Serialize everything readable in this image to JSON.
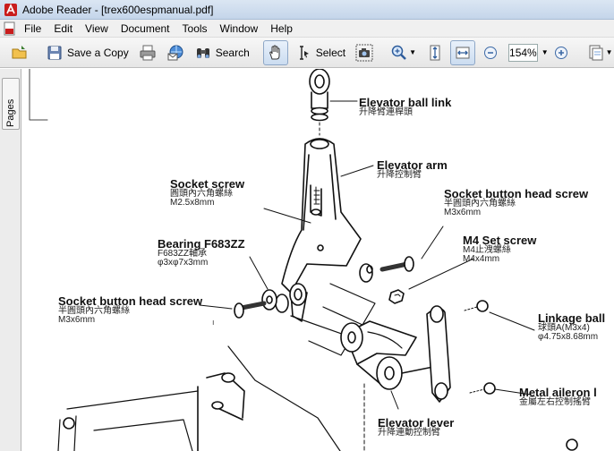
{
  "window": {
    "app_name": "Adobe Reader",
    "title": "Adobe Reader - [trex600espmanual.pdf]"
  },
  "menu": {
    "items": [
      "File",
      "Edit",
      "View",
      "Document",
      "Tools",
      "Window",
      "Help"
    ]
  },
  "toolbar": {
    "save_copy_label": "Save a Copy",
    "search_label": "Search",
    "select_label": "Select",
    "zoom_value": "154%"
  },
  "nav": {
    "pages_label": "Pages"
  },
  "document": {
    "labels": {
      "elevator_ball_link": {
        "en": "Elevator ball link",
        "cn": "升降臂連桿頭"
      },
      "elevator_arm": {
        "en": "Elevator arm",
        "cn": "升降控制臂"
      },
      "socket_screw": {
        "en": "Socket screw",
        "cn": "圓頭內六角螺絲",
        "size": "M2.5x8mm"
      },
      "socket_button_head_screw_right": {
        "en": "Socket button head screw",
        "cn": "半圓頭內六角螺絲",
        "size": "M3x6mm"
      },
      "bearing": {
        "en": "Bearing F683ZZ",
        "cn": "F683ZZ軸承",
        "size": "φ3xφ7x3mm"
      },
      "m4_set_screw": {
        "en": "M4 Set screw",
        "cn": "M4止洩螺絲",
        "size": "M4x4mm"
      },
      "socket_button_head_screw_left": {
        "en": "Socket button head screw",
        "cn": "半圓頭內六角螺絲",
        "size": "M3x6mm"
      },
      "linkage_ball": {
        "en": "Linkage ball",
        "cn": "球頭A(M3x4)",
        "size": "φ4.75x8.68mm"
      },
      "metal_aileron": {
        "en": "Metal aileron l",
        "cn": "金屬左右控制搖臂"
      },
      "elevator_lever": {
        "en": "Elevator lever",
        "cn": "升降連動控制臂"
      }
    }
  }
}
